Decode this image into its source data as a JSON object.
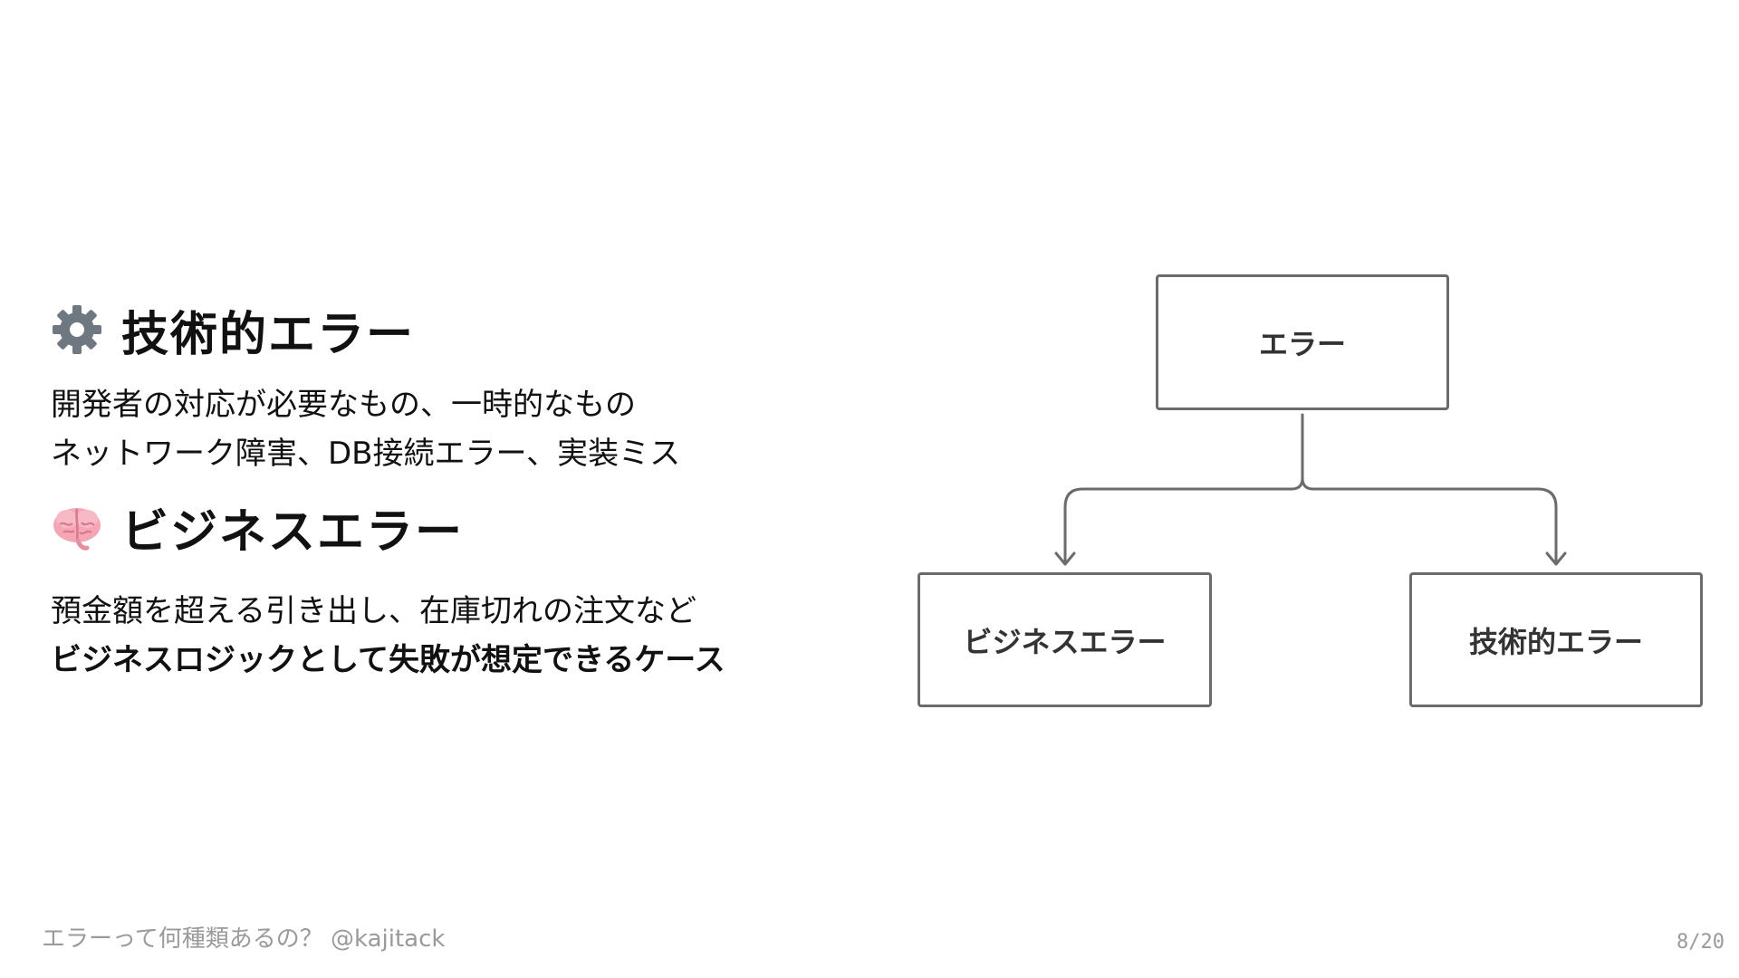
{
  "sections": [
    {
      "icon": "gear-icon",
      "heading": "技術的エラー",
      "lines": [
        "開発者の対応が必要なもの、一時的なもの",
        "ネットワーク障害、DB接続エラー、実装ミス"
      ]
    },
    {
      "icon": "brain-icon",
      "heading": "ビジネスエラー",
      "lines": [
        "預金額を超える引き出し、在庫切れの注文など",
        "ビジネスロジックとして失敗が想定できるケース"
      ]
    }
  ],
  "diagram": {
    "root": "エラー",
    "children": [
      "ビジネスエラー",
      "技術的エラー"
    ]
  },
  "footer": {
    "title": "エラーって何種類あるの？ @kajitack",
    "page": "8/20"
  },
  "colors": {
    "text": "#111111",
    "diagram_stroke": "#6b6b6b",
    "footer_text": "#9a9a9a",
    "gear": "#6f7880",
    "brain": "#f4a6b5"
  }
}
